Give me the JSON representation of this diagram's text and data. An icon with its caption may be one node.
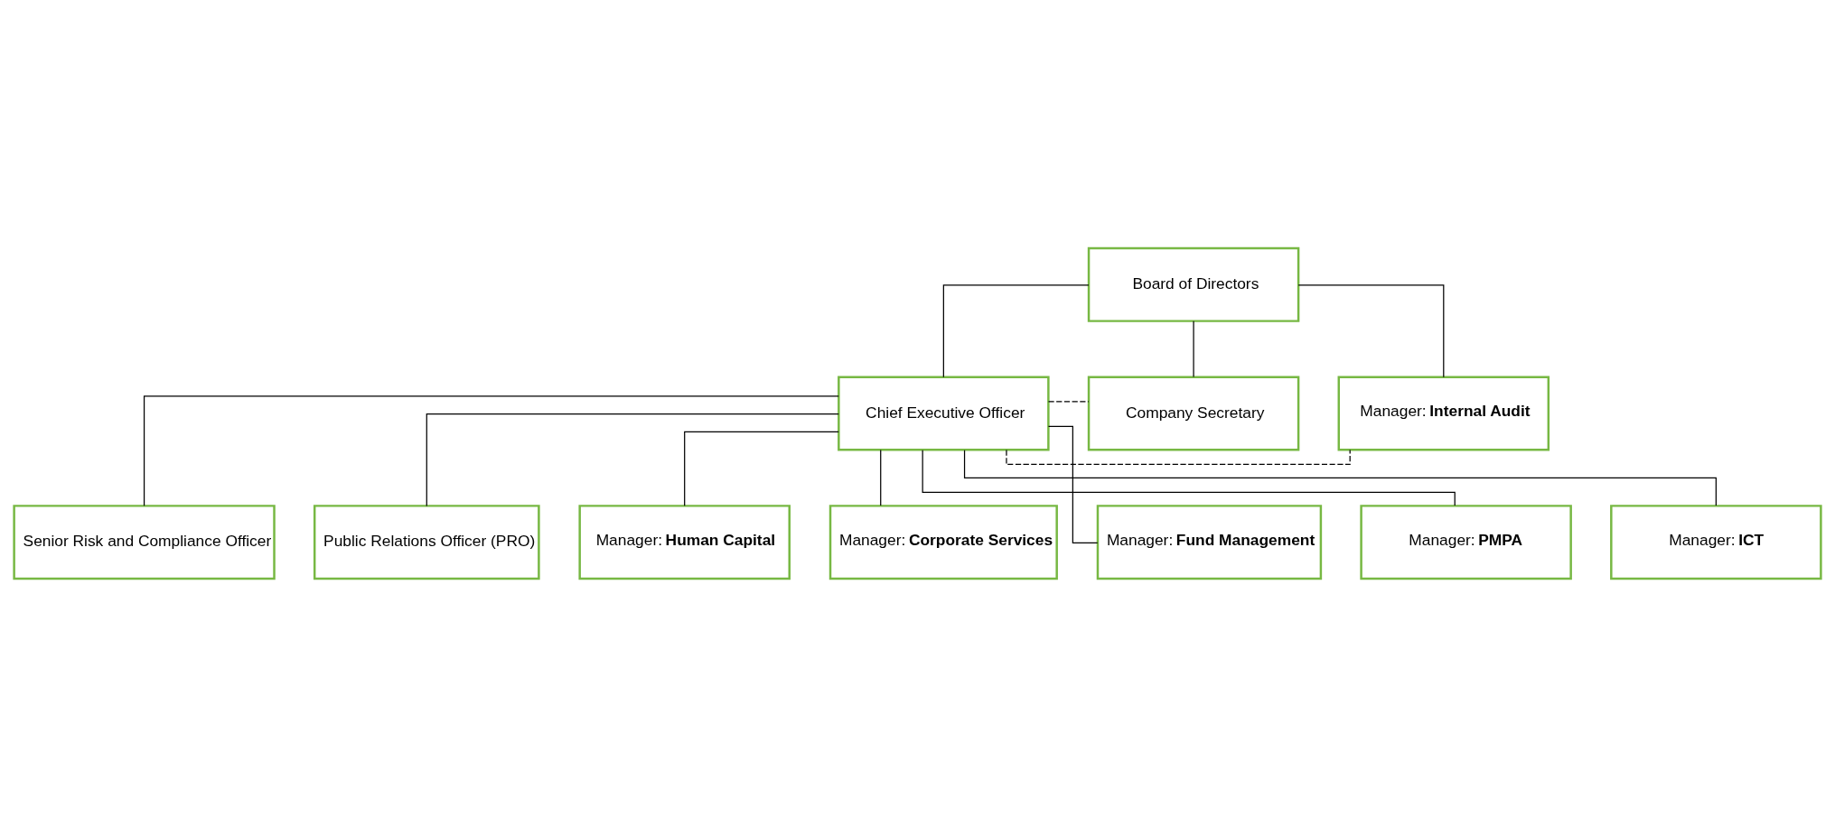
{
  "diagram": {
    "nodes": [
      {
        "text": [
          "Board of Directors"
        ]
      },
      {
        "text": [
          "Chief Executive Officer"
        ]
      },
      {
        "text": [
          "Senior Risk and Compliance Officer"
        ]
      },
      {
        "text": [
          "Public Relations Officer (PRO)"
        ]
      },
      {
        "text": [
          "Company Secretary"
        ]
      },
      {
        "text": [
          "Manager: **Human Capital**"
        ]
      },
      {
        "text": [
          "Manager: **Corporate Services**"
        ]
      },
      {
        "text": [
          "Manager: **Fund Management**"
        ]
      },
      {
        "text": [
          "Manager: **PMPA**"
        ]
      },
      {
        "text": [
          "Manager: **ICT**"
        ]
      },
      {
        "text": [
          "Manager: **Internal Audit**"
        ]
      }
    ],
    "edges": [
      {
        "from": 0,
        "to": 1,
        "arrow": "none"
      },
      {
        "from": 0,
        "to": 4,
        "arrow": "none"
      },
      {
        "from": 0,
        "to": 10,
        "arrow": "none"
      },
      {
        "from": 1,
        "to": 2,
        "arrow": "none"
      },
      {
        "from": 1,
        "to": 3,
        "arrow": "none"
      },
      {
        "from": 1,
        "to": 4,
        "arrow": "none",
        "style": "dashed"
      },
      {
        "from": 1,
        "to": 10,
        "arrow": "none",
        "style": "dashed"
      },
      {
        "from": 1,
        "to": 5,
        "arrow": "none"
      },
      {
        "from": 1,
        "to": 6,
        "arrow": "none"
      },
      {
        "from": 1,
        "to": 7,
        "arrow": "none"
      },
      {
        "from": 1,
        "to": 8,
        "arrow": "none"
      },
      {
        "from": 1,
        "to": 9,
        "arrow": "none"
      }
    ]
  }
}
